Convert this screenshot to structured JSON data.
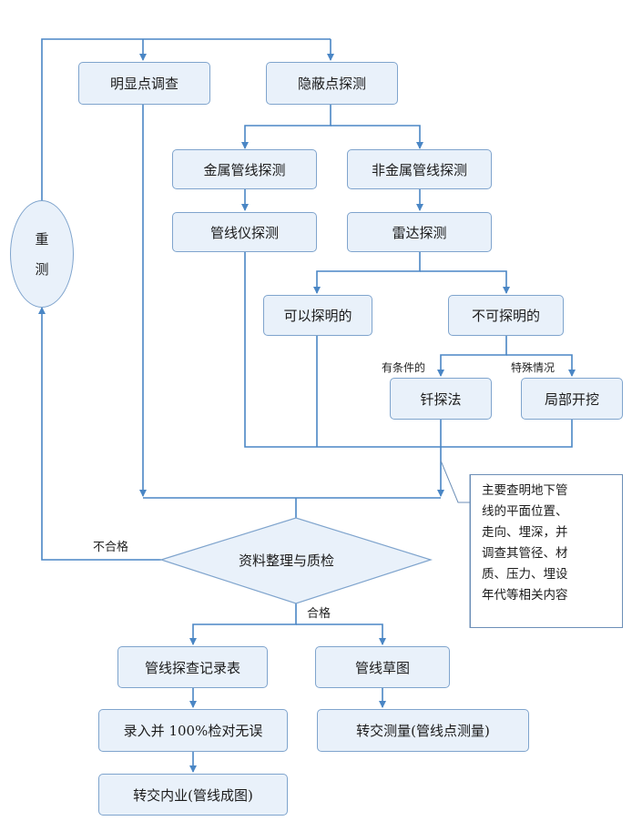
{
  "nodes": {
    "obvious_survey": "明显点调查",
    "hidden_detect": "隐蔽点探测",
    "metal_detect": "金属管线探测",
    "nonmetal_detect": "非金属管线探测",
    "pipe_instrument": "管线仪探测",
    "radar_detect": "雷达探测",
    "detectable": "可以探明的",
    "undetectable": "不可探明的",
    "probe_method": "钎探法",
    "local_excavation": "局部开挖",
    "data_qc": "资料整理与质检",
    "record_table": "管线探查记录表",
    "pipe_sketch": "管线草图",
    "entry_check": "录入并 100%检对无误",
    "transfer_survey": "转交测量(管线点测量)",
    "transfer_office": "转交内业(管线成图)",
    "resurvey_1": "重",
    "resurvey_2": "测"
  },
  "labels": {
    "conditional": "有条件的",
    "special": "特殊情况",
    "fail": "不合格",
    "pass": "合格"
  },
  "note_lines": [
    "主要查明地下管",
    "线的平面位置、",
    "走向、埋深，并",
    "调查其管径、材",
    "质、压力、埋设",
    "年代等相关内容"
  ],
  "colors": {
    "line": "#4a86c5",
    "fill": "#e9f1fa",
    "border": "#7fa4cd"
  }
}
